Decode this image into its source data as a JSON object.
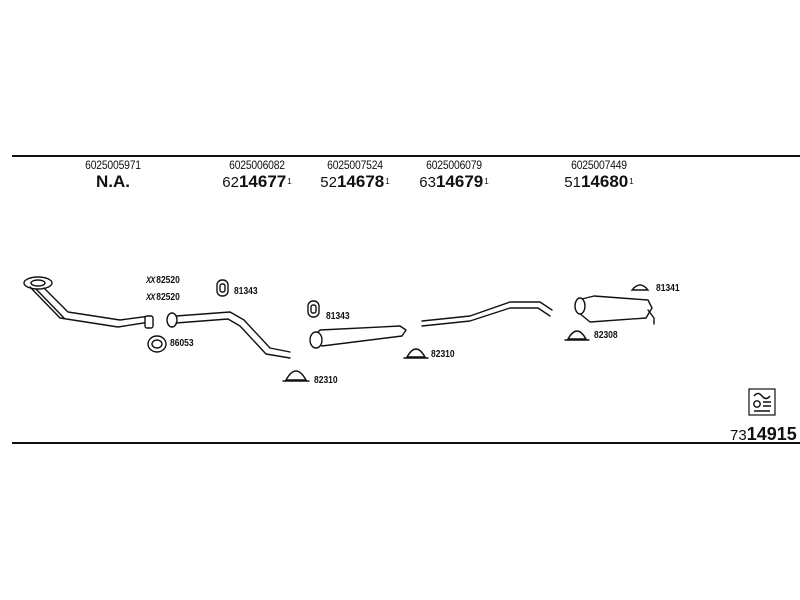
{
  "header_parts": [
    {
      "oem": "6025005971",
      "art_text": "N.A."
    },
    {
      "oem": "6025006082",
      "art_prefix": "62",
      "art_main": "14677",
      "art_sup": "1"
    },
    {
      "oem": "6025007524",
      "art_prefix": "52",
      "art_main": "14678",
      "art_sup": "1"
    },
    {
      "oem": "6025006079",
      "art_prefix": "63",
      "art_main": "14679",
      "art_sup": "1"
    },
    {
      "oem": "6025007449",
      "art_prefix": "51",
      "art_main": "14680",
      "art_sup": "1"
    }
  ],
  "labels": {
    "l82520a": "82520",
    "l82520b": "82520",
    "l86053": "86053",
    "l81343a": "81343",
    "l81343b": "81343",
    "l82310a": "82310",
    "l82310b": "82310",
    "l81341": "81341",
    "l82308": "82308",
    "mark": "XX"
  },
  "total": {
    "prefix": "73",
    "main": "14915"
  },
  "icons": {
    "logo": "catalog-logo-icon"
  }
}
